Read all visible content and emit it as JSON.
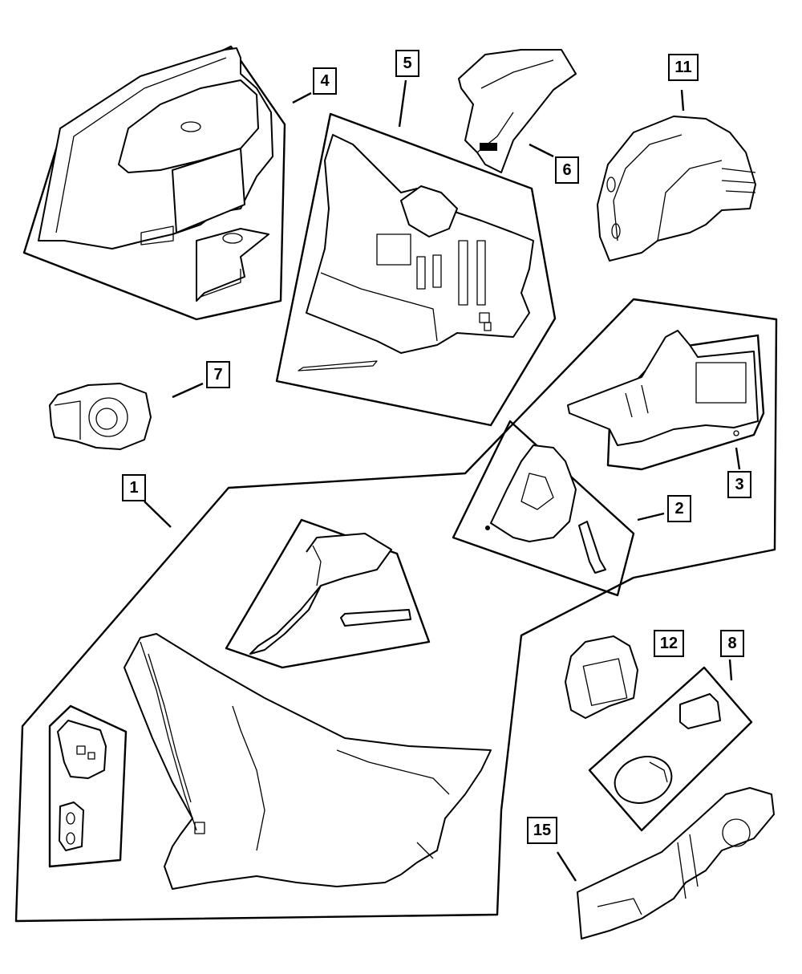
{
  "callouts": [
    {
      "id": "1",
      "label": "1"
    },
    {
      "id": "2",
      "label": "2"
    },
    {
      "id": "3",
      "label": "3"
    },
    {
      "id": "4",
      "label": "4"
    },
    {
      "id": "5",
      "label": "5"
    },
    {
      "id": "6",
      "label": "6"
    },
    {
      "id": "7",
      "label": "7"
    },
    {
      "id": "8",
      "label": "8"
    },
    {
      "id": "11",
      "label": "11"
    },
    {
      "id": "12",
      "label": "12"
    },
    {
      "id": "15",
      "label": "15"
    }
  ]
}
